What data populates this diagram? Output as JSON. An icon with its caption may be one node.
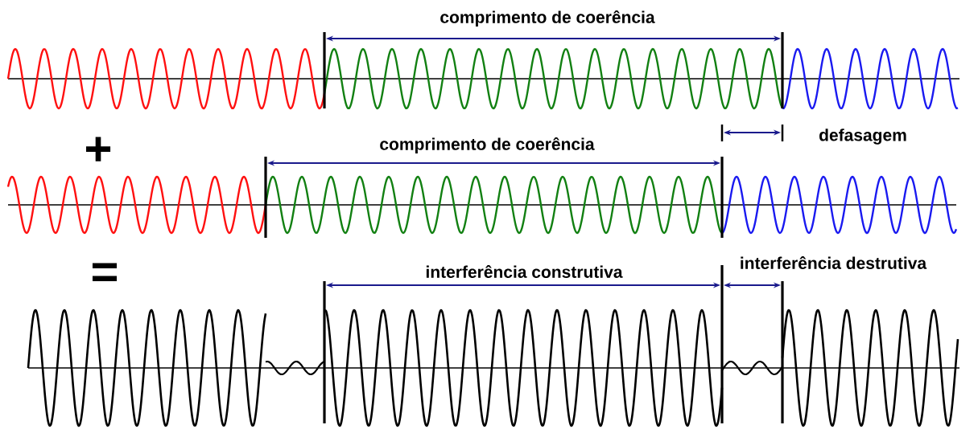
{
  "diagram": {
    "labels": [
      "comprimento de coerência",
      "+",
      "comprimento de coerência",
      "defasagem",
      "=",
      "interferência construtiva",
      "interferência destrutiva"
    ]
  }
}
